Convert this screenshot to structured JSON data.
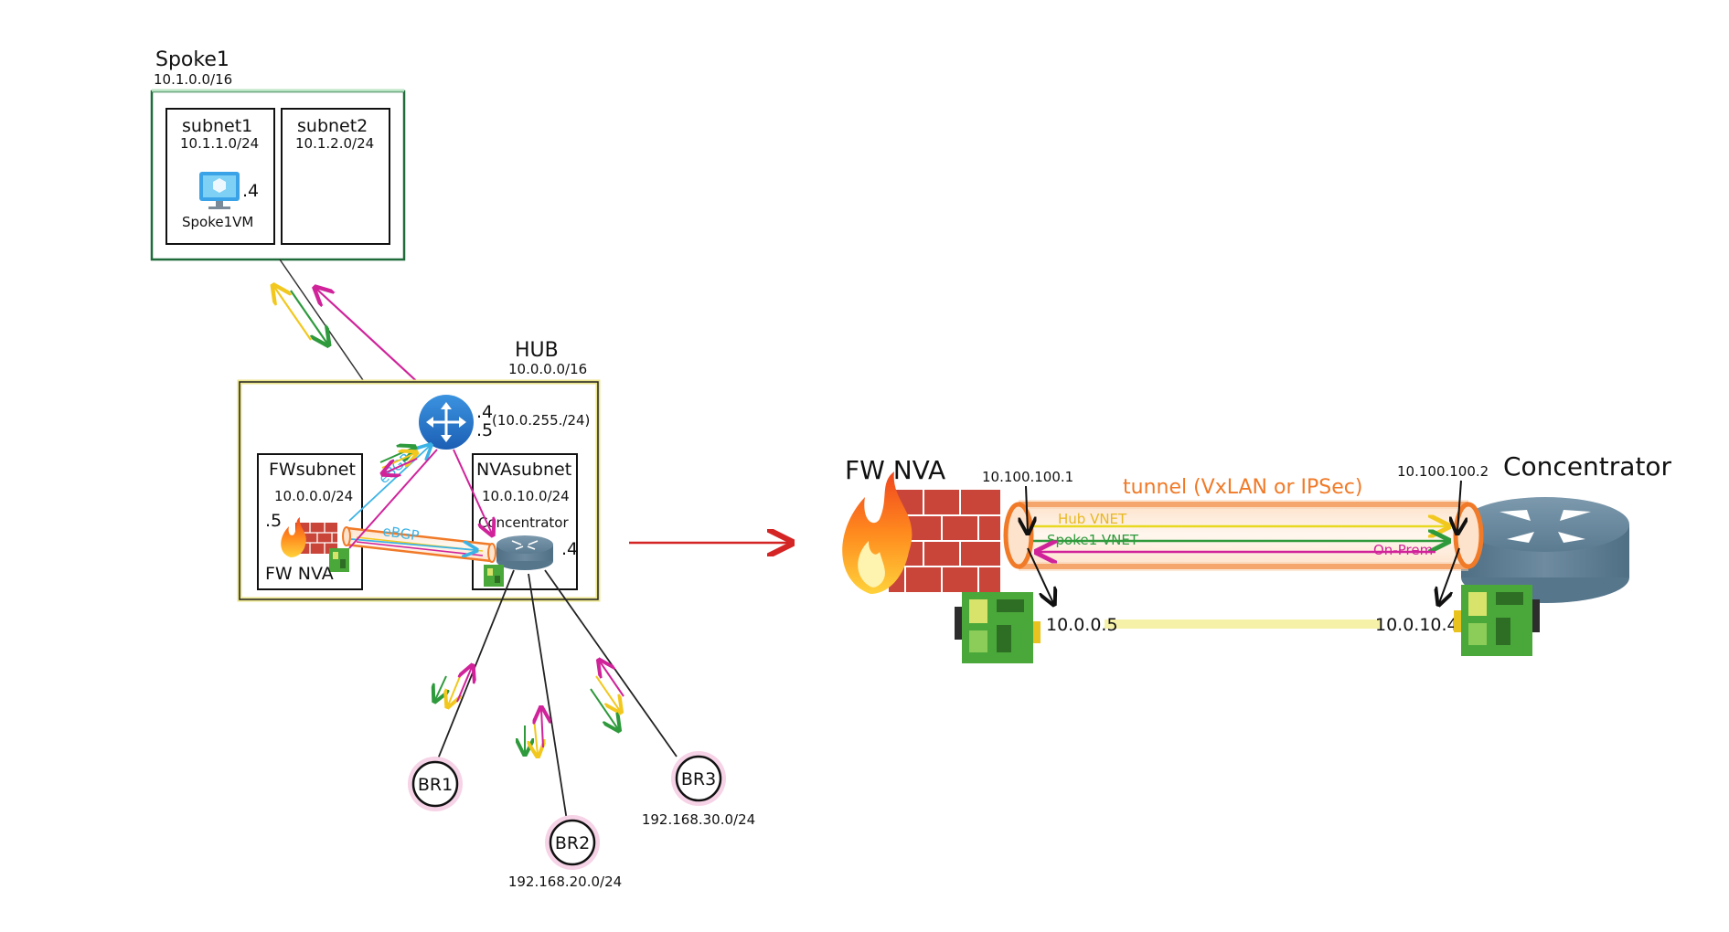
{
  "left": {
    "spoke1": {
      "name": "Spoke1",
      "cidr": "10.1.0.0/16",
      "subnet1": {
        "name": "subnet1",
        "cidr": "10.1.1.0/24",
        "vm_suffix": ".4",
        "vm_name": "Spoke1VM"
      },
      "subnet2": {
        "name": "subnet2",
        "cidr": "10.1.2.0/24"
      }
    },
    "hub": {
      "name": "HUB",
      "cidr": "10.0.0.0/16",
      "route_server_suffix_1": ".4",
      "route_server_suffix_2": ".5",
      "route_server_subnet": "(10.0.255./24)",
      "fw_subnet": {
        "name": "FWsubnet",
        "cidr": "10.0.0.0/24",
        "suffix": ".5",
        "label": "FW NVA"
      },
      "nva_subnet": {
        "name": "NVAsubnet",
        "cidr": "10.0.10.0/24",
        "label": "Concentrator",
        "suffix": ".4"
      },
      "ebgp_1": "eBGP",
      "ebgp_2": "eBGP"
    },
    "branches": [
      {
        "name": "BR1",
        "cidr": ""
      },
      {
        "name": "BR2",
        "cidr": "192.168.20.0/24"
      },
      {
        "name": "BR3",
        "cidr": "192.168.30.0/24"
      }
    ]
  },
  "right": {
    "fw_title": "FW NVA",
    "concentrator_title": "Concentrator",
    "tunnel_label": "tunnel (VxLAN or IPSec)",
    "fw_tunnel_ip": "10.100.100.1",
    "conc_tunnel_ip": "10.100.100.2",
    "fw_ip": "10.0.0.5",
    "conc_ip": "10.0.10.4",
    "flows": [
      {
        "label": "Hub VNET",
        "color": "#e8d820"
      },
      {
        "label": "Spoke1 VNET",
        "color": "#2e9a3c"
      },
      {
        "label": "On-Prem",
        "color": "#d0239a"
      }
    ]
  },
  "colors": {
    "magenta": "#d0239a",
    "green": "#2e9a3c",
    "yellow": "#f2c81e",
    "cyan": "#3bb3e6",
    "orange": "#f07a28",
    "red_arrow": "#d42424",
    "hub_border": "#e9e38a",
    "spoke_border": "#1f6b3a"
  }
}
